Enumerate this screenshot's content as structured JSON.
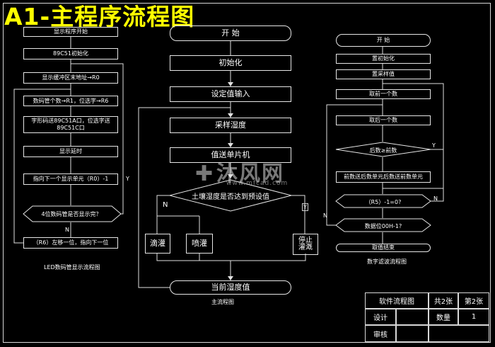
{
  "title": "A1-主程序流程图",
  "left_chart": {
    "caption": "LED数码管显示流程图",
    "steps": [
      "显示程序开始",
      "89C51初始化",
      "显示缓冲区末地址→R0",
      "数码管个数→R1，位选字→R6",
      "字形码送89C51A口，位选字送89C51C口",
      "显示延时",
      "指向下一个显示单元（R0）-1",
      "4位数码管是否显示完？",
      "（R6）左移一位，指向下一位"
    ],
    "y": "Y",
    "n": "N"
  },
  "mid_chart": {
    "caption": "主流程图",
    "start": "开  始",
    "init": "初始化",
    "set": "设定值输入",
    "sample": "采样湿度",
    "send": "值送单片机",
    "decision": "土壤湿度是否达到预设值",
    "n": "N",
    "y": "Y",
    "drip": "滴灌",
    "spray": "喷灌",
    "stop": "停止\n灌溉",
    "current": "当前湿度值"
  },
  "right_chart": {
    "caption": "数字滤波流程图",
    "start": "开    始",
    "steps": [
      "置初始化",
      "置采样值",
      "取前一个数",
      "取后一个数",
      "后数≥前数",
      "前数送后数单元后数送前数单元",
      "（R5）-1=0?",
      "数据位00H-1?",
      "取值结束"
    ],
    "y": "Y",
    "n1": "N",
    "n2": "N"
  },
  "table": {
    "name": "软件流程图",
    "total": "共2张",
    "sheet": "第2张",
    "design": "设计",
    "qty": "数量",
    "qty_val": "1",
    "review": "审核"
  },
  "watermark": {
    "logo": "沐风网",
    "url": "www.mfcad.com"
  }
}
